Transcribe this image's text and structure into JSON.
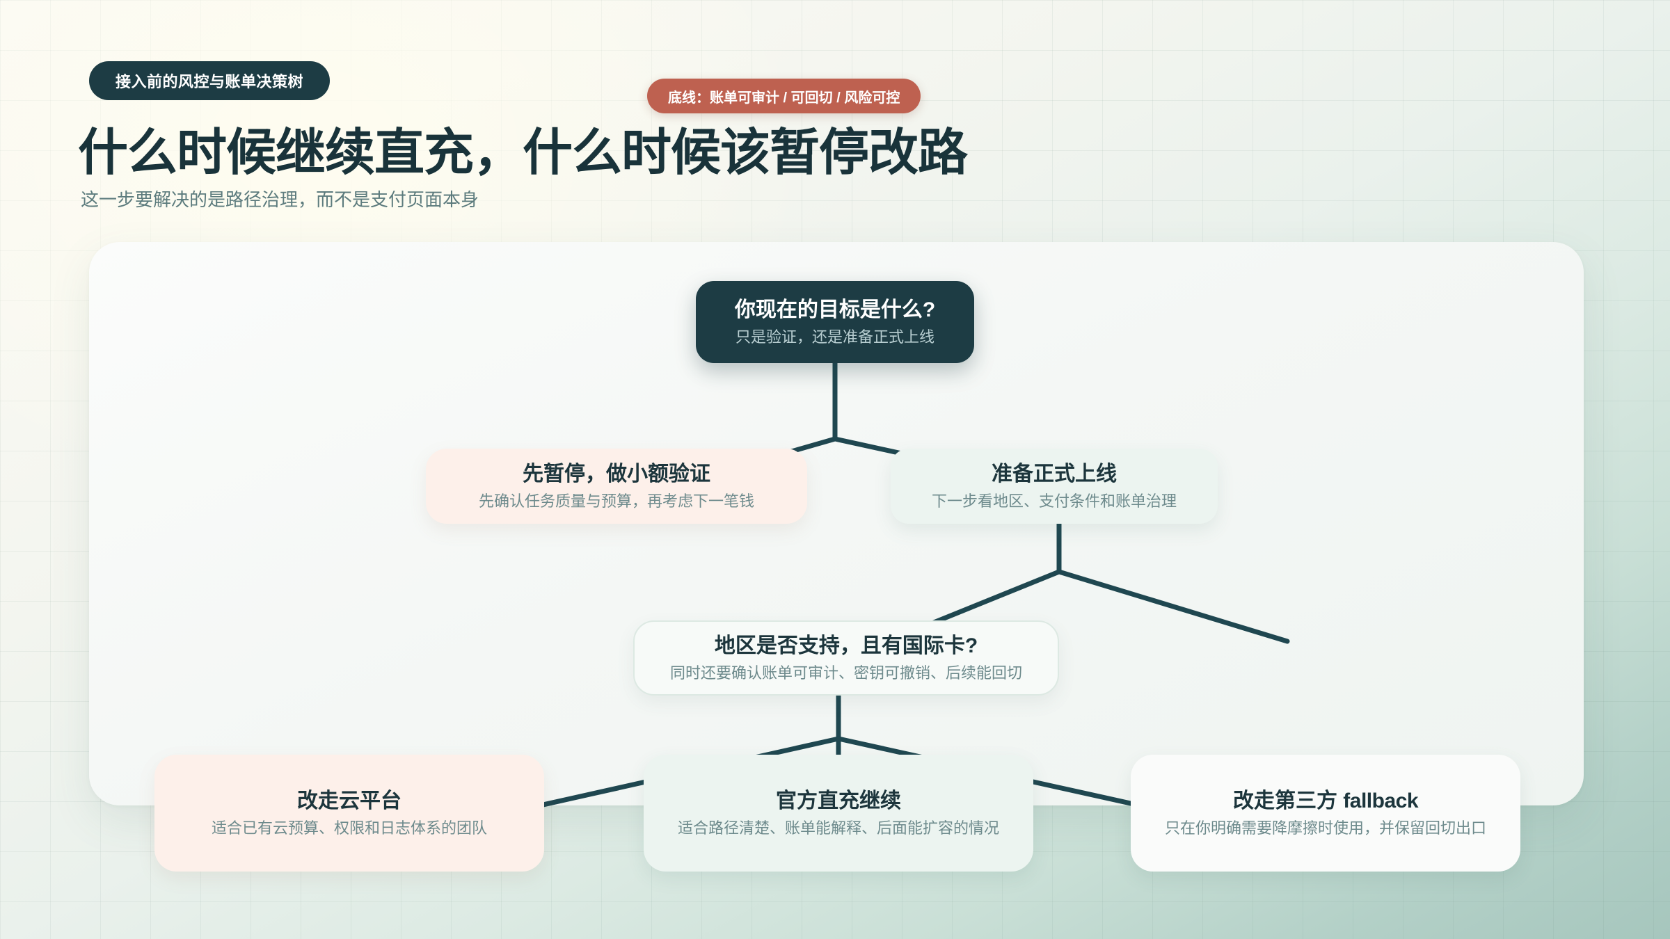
{
  "header": {
    "eyebrow": "接入前的风控与账单决策树",
    "bottom_line_badge": "底线：账单可审计 / 可回切 / 风险可控",
    "headline": "什么时候继续直充，什么时候该暂停改路",
    "subhead": "这一步要解决的是路径治理，而不是支付页面本身"
  },
  "tree": {
    "root": {
      "title": "你现在的目标是什么?",
      "sub": "只是验证，还是准备正式上线"
    },
    "pause": {
      "title": "先暂停，做小额验证",
      "sub": "先确认任务质量与预算，再考虑下一笔钱"
    },
    "go_live": {
      "title": "准备正式上线",
      "sub": "下一步看地区、支付条件和账单治理"
    },
    "region_check": {
      "title": "地区是否支持，且有国际卡?",
      "sub": "同时还要确认账单可审计、密钥可撤销、后续能回切"
    },
    "leaf_cloud": {
      "title": "改走云平台",
      "sub": "适合已有云预算、权限和日志体系的团队"
    },
    "leaf_official": {
      "title": "官方直充继续",
      "sub": "适合路径清楚、账单能解释、后面能扩容的情况"
    },
    "leaf_thirdparty": {
      "title_cn": "改走第三方",
      "title_en": "fallback",
      "sub": "只在你明确需要降摩擦时使用，并保留回切出口"
    }
  },
  "colors": {
    "dark_teal": "#1d3c44",
    "accent_red": "#be6150",
    "pink_node": "#fdf0ea",
    "mint_node": "#ecf4f0",
    "connector": "#1f4750",
    "panel": "#f6f9f7"
  }
}
